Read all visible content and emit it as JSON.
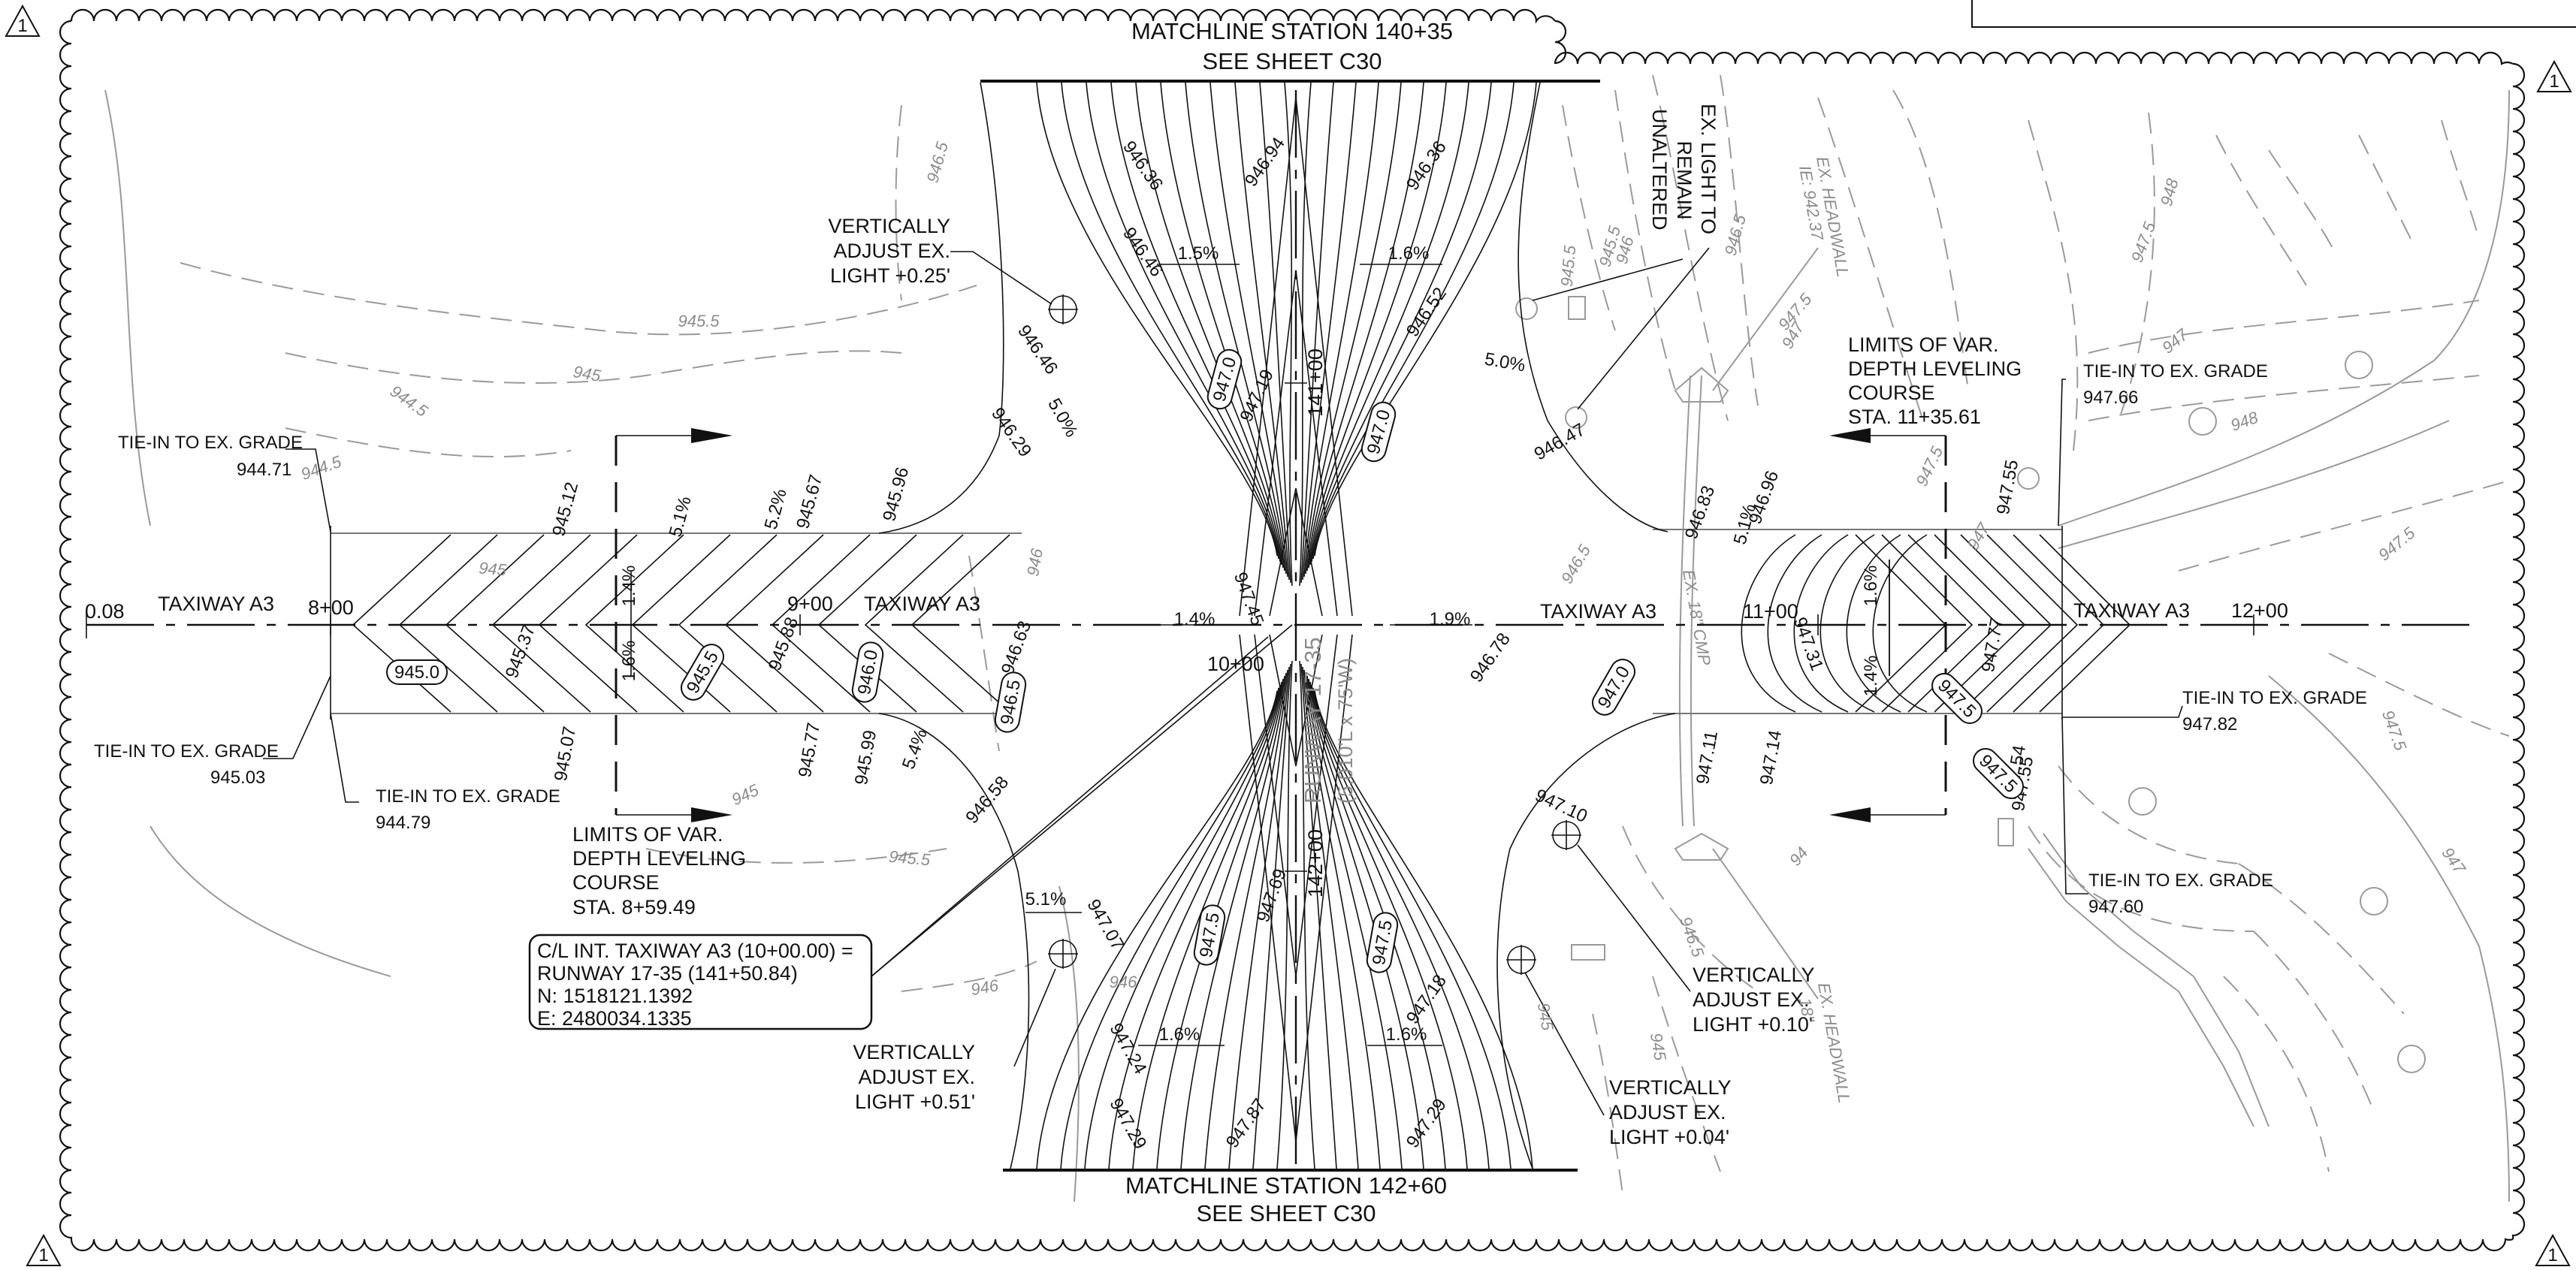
{
  "matchlines": {
    "top_line1": "MATCHLINE STATION 140+35",
    "top_line2": "SEE SHEET C30",
    "bottom_line1": "MATCHLINE STATION 142+60",
    "bottom_line2": "SEE SHEET C30"
  },
  "revision_tag": "1",
  "taxiway": {
    "name": "TAXIWAY A3",
    "stations": [
      "8+00",
      "9+00",
      "10+00",
      "11+00",
      "12+00"
    ],
    "edge_station": "0.08"
  },
  "runway": {
    "name": "RUNWAY 17-35",
    "size": "(5,010'L x 75'W)",
    "stations": [
      "141+00",
      "142+00"
    ]
  },
  "tie_ins": [
    {
      "label": "TIE-IN TO EX. GRADE",
      "elev": "944.71"
    },
    {
      "label": "TIE-IN TO EX. GRADE",
      "elev": "945.03"
    },
    {
      "label": "TIE-IN TO EX. GRADE",
      "elev": "944.79"
    },
    {
      "label": "TIE-IN TO EX. GRADE",
      "elev": "947.66"
    },
    {
      "label": "TIE-IN TO EX. GRADE",
      "elev": "947.82"
    },
    {
      "label": "TIE-IN TO EX. GRADE",
      "elev": "947.60"
    }
  ],
  "limits": [
    {
      "l1": "LIMITS OF VAR.",
      "l2": "DEPTH LEVELING",
      "l3": "COURSE",
      "l4": "STA. 8+59.49"
    },
    {
      "l1": "LIMITS OF VAR.",
      "l2": "DEPTH LEVELING",
      "l3": "COURSE",
      "l4": "STA. 11+35.61"
    }
  ],
  "lights": [
    {
      "l1": "VERTICALLY",
      "l2": "ADJUST EX.",
      "l3": "LIGHT +0.25'"
    },
    {
      "l1": "VERTICALLY",
      "l2": "ADJUST EX.",
      "l3": "LIGHT +0.51'"
    },
    {
      "l1": "VERTICALLY",
      "l2": "ADJUST EX.",
      "l3": "LIGHT +0.10'"
    },
    {
      "l1": "VERTICALLY",
      "l2": "ADJUST EX.",
      "l3": "LIGHT +0.04'"
    }
  ],
  "ex_light_remain": {
    "l1": "EX. LIGHT TO",
    "l2": "REMAIN",
    "l3": "UNALTERED"
  },
  "headwalls": [
    {
      "l1": "EX. HEADWALL",
      "l2": "IE: 942.37"
    },
    {
      "l1": "EX. HEADWALL",
      "l2": "18\""
    }
  ],
  "ex_cmp": "EX. 18\" CMP",
  "intersection": {
    "line1": "C/L INT. TAXIWAY A3 (10+00.00) =",
    "line2": "RUNWAY 17-35 (141+50.84)",
    "line3": "N: 1518121.1392",
    "line4": "E: 2480034.1335"
  },
  "slopes": [
    "1.5%",
    "1.6%",
    "5.0%",
    "5.0%",
    "5.1%",
    "5.2%",
    "1.4%",
    "1.6%",
    "5.4%",
    "1.4%",
    "1.9%",
    "5.1%",
    "1.6%",
    "1.4%",
    "5.1%",
    "1.6%",
    "1.6%"
  ],
  "spot_elevations": [
    "946.36",
    "946.94",
    "946.36",
    "946.46",
    "946.52",
    "946.46",
    "946.29",
    "945.12",
    "945.67",
    "945.96",
    "946.47",
    "946.83",
    "946.96",
    "947.55",
    "947.19",
    "945.37",
    "945.88",
    "946.63",
    "947.45",
    "946.78",
    "947.31",
    "947.77",
    "945.07",
    "945.77",
    "945.99",
    "946.58",
    "947.11",
    "947.14",
    "947.54",
    "947.55",
    "947.10",
    "947.07",
    "947.69",
    "947.18",
    "947.24",
    "947.29",
    "947.87",
    "947.29"
  ],
  "contour_labels": [
    "947.0",
    "947.0",
    "945.0",
    "945.5",
    "946.0",
    "946.5",
    "947.0",
    "947.5",
    "947.5",
    "947.5",
    "947.5"
  ],
  "ex_contours": [
    "945.5",
    "945",
    "944.5",
    "944.5",
    "945",
    "945",
    "946",
    "946.5",
    "945.5",
    "946",
    "946.5",
    "947",
    "947.5",
    "947",
    "947.5",
    "948",
    "948",
    "947.5",
    "947.5",
    "947",
    "945.5",
    "946",
    "946.5",
    "947.5",
    "94",
    "945",
    "945",
    "946",
    "946.5",
    "947",
    "945.5"
  ]
}
